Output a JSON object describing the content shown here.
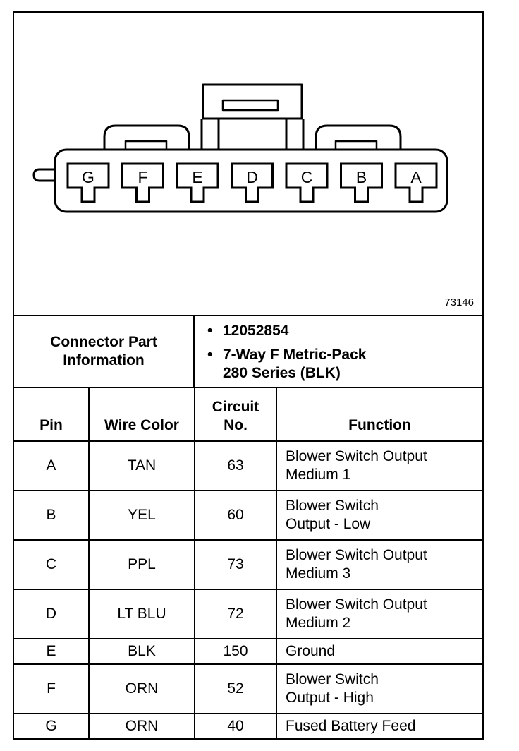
{
  "diagram": {
    "figure_id": "73146",
    "pin_labels": [
      "G",
      "F",
      "E",
      "D",
      "C",
      "B",
      "A"
    ]
  },
  "connector_info": {
    "label": "Connector Part\nInformation",
    "items": [
      "12052854",
      "7-Way F Metric-Pack\n280 Series (BLK)"
    ]
  },
  "table": {
    "headers": {
      "pin": "Pin",
      "wire_color": "Wire Color",
      "circuit_no": "Circuit\nNo.",
      "function": "Function"
    },
    "rows": [
      {
        "pin": "A",
        "wire_color": "TAN",
        "circuit_no": "63",
        "function": "Blower Switch Output\nMedium 1"
      },
      {
        "pin": "B",
        "wire_color": "YEL",
        "circuit_no": "60",
        "function": "Blower Switch\nOutput - Low"
      },
      {
        "pin": "C",
        "wire_color": "PPL",
        "circuit_no": "73",
        "function": "Blower Switch Output\nMedium 3"
      },
      {
        "pin": "D",
        "wire_color": "LT BLU",
        "circuit_no": "72",
        "function": "Blower Switch Output\nMedium 2"
      },
      {
        "pin": "E",
        "wire_color": "BLK",
        "circuit_no": "150",
        "function": "Ground"
      },
      {
        "pin": "F",
        "wire_color": "ORN",
        "circuit_no": "52",
        "function": "Blower Switch\nOutput - High"
      },
      {
        "pin": "G",
        "wire_color": "ORN",
        "circuit_no": "40",
        "function": "Fused Battery Feed"
      }
    ]
  }
}
